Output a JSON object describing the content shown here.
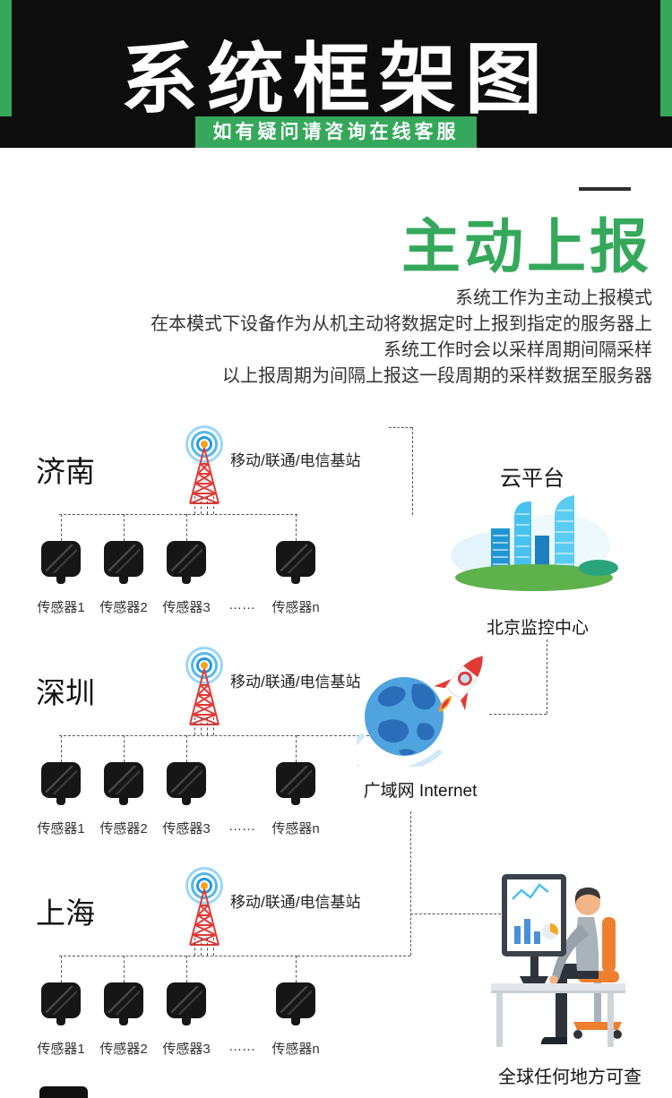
{
  "colors": {
    "green": "#35a85b",
    "ink": "#0d0d0d",
    "tower-red": "#e23a36",
    "wave-blue": "#1d9ce3",
    "antenna-orange": "#f6a21d",
    "globe-blue": "#4fa3de",
    "land-blue": "#2a6db8",
    "ground-green": "#5eb24c",
    "chair-orange": "#ee7f2f",
    "text": "#333333"
  },
  "header": {
    "title": "系统框架图",
    "subtitle": "如有疑问请咨询在线客服"
  },
  "section": {
    "title": "主动上报",
    "lines": [
      "系统工作为主动上报模式",
      "在本模式下设备作为从机主动将数据定时上报到指定的服务器上",
      "系统工作时会以采样周期间隔采样",
      "以上报周期为间隔上报这一段周期的采样数据至服务器"
    ]
  },
  "groups": [
    {
      "city": "济南",
      "station": "移动/联通/电信基站",
      "sensors": [
        "传感器1",
        "传感器2",
        "传感器3",
        "……",
        "传感器n"
      ]
    },
    {
      "city": "深圳",
      "station": "移动/联通/电信基站",
      "sensors": [
        "传感器1",
        "传感器2",
        "传感器3",
        "……",
        "传感器n"
      ]
    },
    {
      "city": "上海",
      "station": "移动/联通/电信基站",
      "sensors": [
        "传感器1",
        "传感器2",
        "传感器3",
        "……",
        "传感器n"
      ]
    }
  ],
  "cloud": {
    "platform_label": "云平台",
    "center_label": "北京监控中心"
  },
  "internet": {
    "label": "广域网 Internet"
  },
  "client": {
    "label": "全球任何地方可查"
  },
  "icons": [
    "signal-tower-icon",
    "sensor-device-icon",
    "cloud-city-icon",
    "globe-icon",
    "rocket-icon",
    "person-workstation-icon"
  ]
}
